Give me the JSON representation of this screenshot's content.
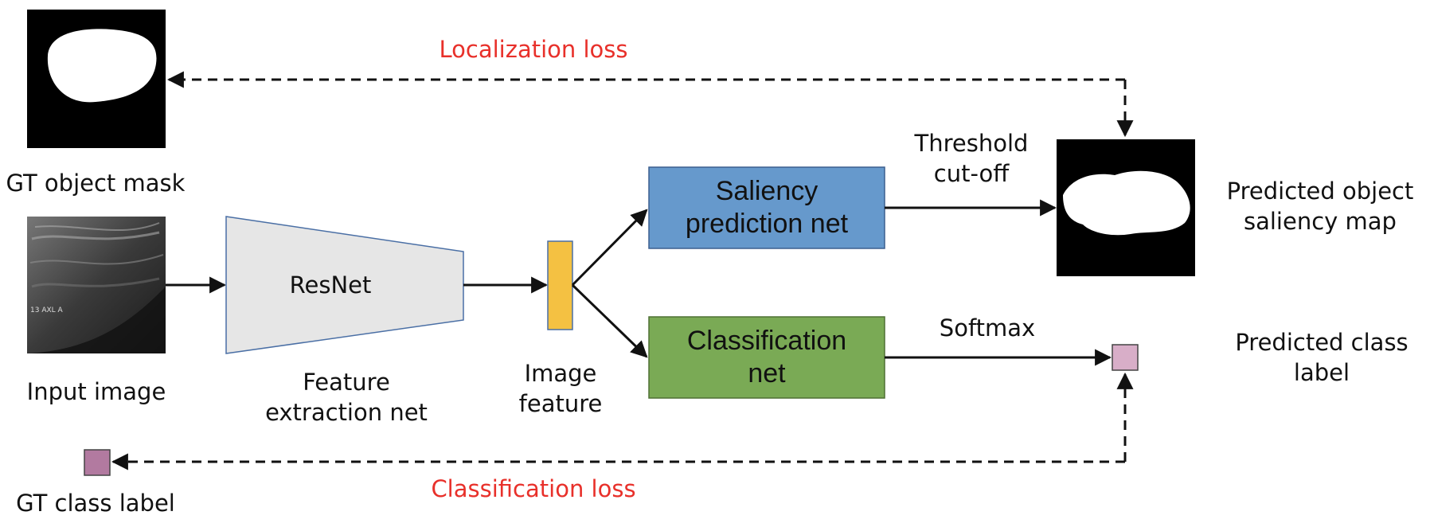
{
  "loss_labels": {
    "localization": "Localization loss",
    "classification": "Classification loss"
  },
  "input": {
    "gt_mask_caption": "GT object mask",
    "input_image_caption": "Input image",
    "gt_class_caption": "GT class label",
    "ultrasound_text": "13 AXL A"
  },
  "feature_net": {
    "name": "ResNet",
    "caption": "Feature\nextraction net"
  },
  "image_feature": {
    "caption": "Image\nfeature"
  },
  "saliency_net": {
    "label": "Saliency\nprediction net"
  },
  "classification_net": {
    "label": "Classification\nnet"
  },
  "edges": {
    "threshold": "Threshold\ncut-off",
    "softmax": "Softmax"
  },
  "outputs": {
    "saliency_map_caption": "Predicted object\nsaliency map",
    "class_label_caption": "Predicted class\nlabel"
  },
  "colors": {
    "saliency_net": "#6699cc",
    "classification_net": "#7aaa55",
    "feature_bar": "#f4c142",
    "feature_extractor": "#e6e6e6",
    "predicted_class": "#d8aec8",
    "gt_class": "#b27aa0",
    "loss_text": "#e8302a",
    "mask_bg": "#000000"
  }
}
